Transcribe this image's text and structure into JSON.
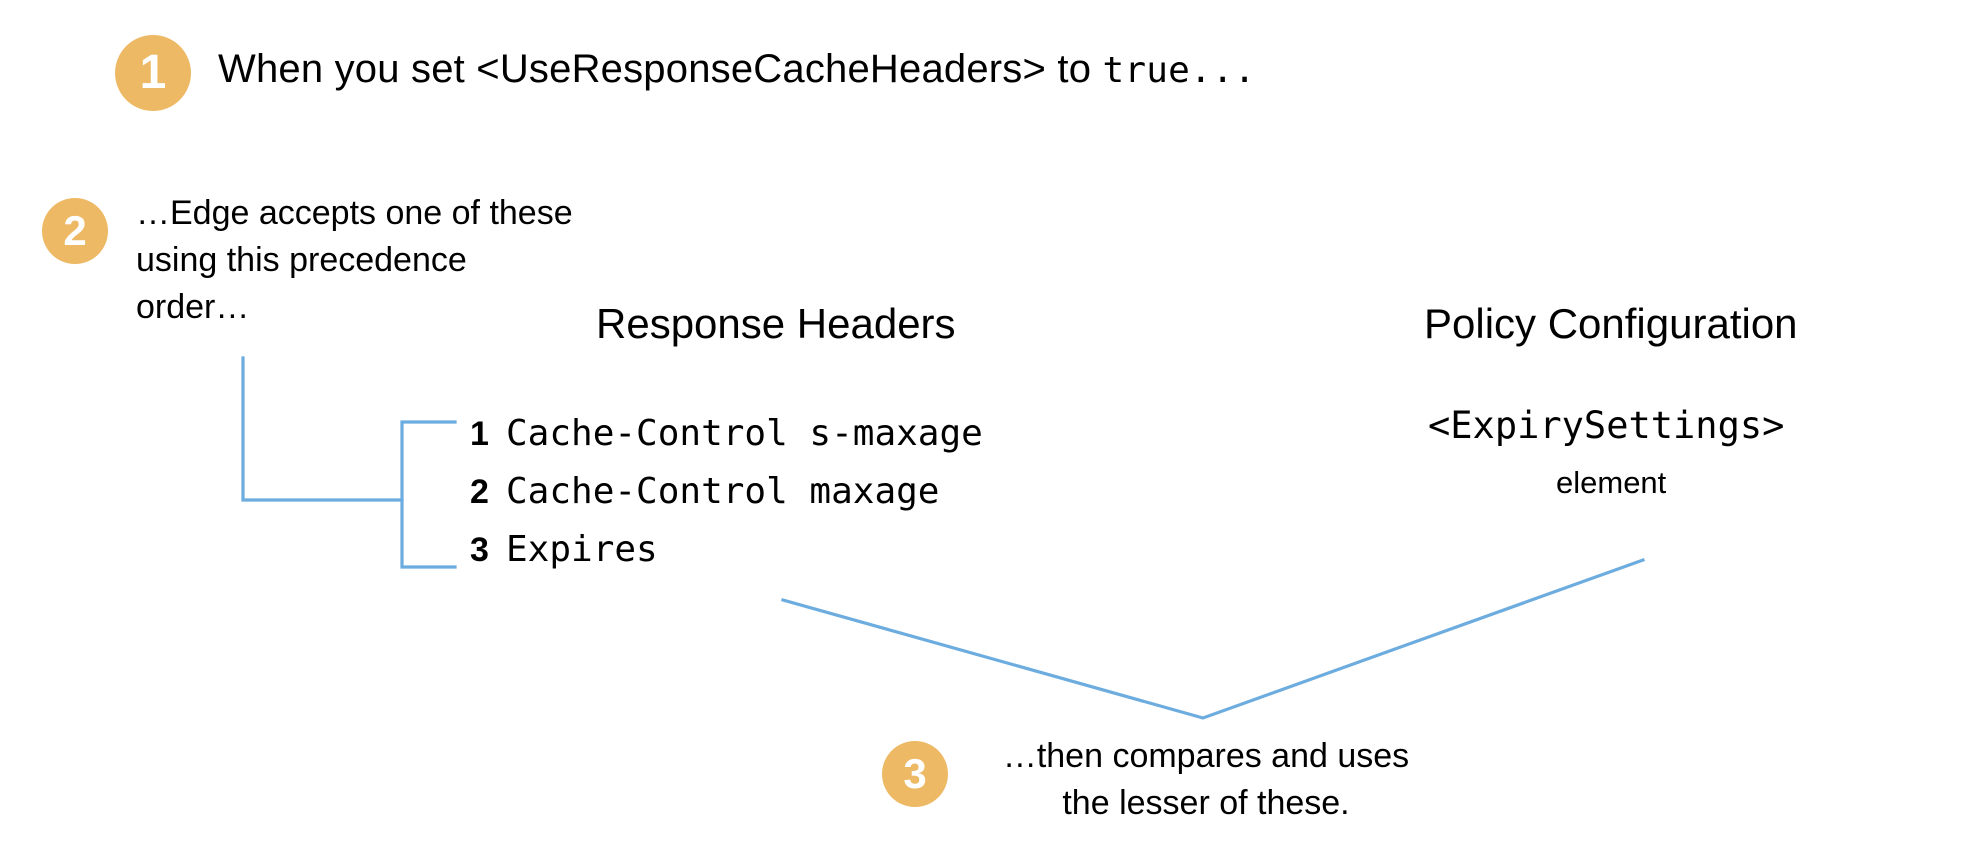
{
  "colors": {
    "badge_orange": "#edb964",
    "connector_blue": "#6cacdf",
    "text_black": "#000000",
    "background": "#ffffff"
  },
  "steps": [
    {
      "number": "1",
      "text_plain": "When you set <UseResponseCacheHeaders> to ",
      "text_mono": "true..."
    },
    {
      "number": "2",
      "text": "…Edge accepts one of these\nusing this precedence\norder…"
    },
    {
      "number": "3",
      "text": "…then compares and uses\nthe lesser of these."
    }
  ],
  "columns": {
    "response_headers": {
      "title": "Response Headers",
      "items": [
        {
          "num": "1",
          "value": "Cache-Control s-maxage"
        },
        {
          "num": "2",
          "value": "Cache-Control maxage"
        },
        {
          "num": "3",
          "value": "Expires"
        }
      ]
    },
    "policy_configuration": {
      "title": "Policy Configuration",
      "element_name": "<ExpirySettings>",
      "element_word": "element"
    }
  }
}
